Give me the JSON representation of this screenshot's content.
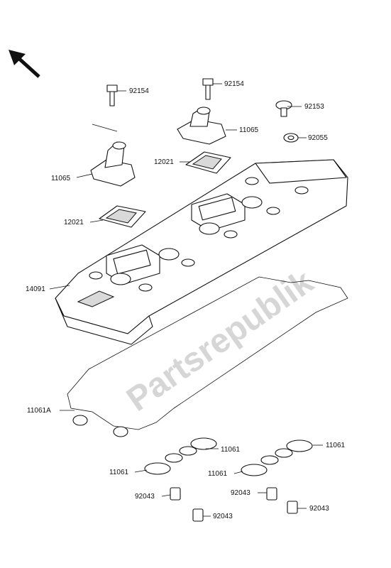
{
  "watermark": "Partsrepublik",
  "labels": {
    "bolt_a": "92154",
    "bolt_b": "92154",
    "bolt_c": "92153",
    "washer": "92055",
    "grommet_left": "11065",
    "grommet_right": "11065",
    "gasket_left": "12021",
    "gasket_right": "12021",
    "cover": "14091",
    "cover_gasket": "11061A",
    "seal_1": "11061",
    "seal_2": "11061",
    "seal_3": "11061",
    "seal_4": "11061",
    "plug_1": "92043",
    "plug_2": "92043",
    "plug_3": "92043",
    "plug_4": "92043"
  }
}
